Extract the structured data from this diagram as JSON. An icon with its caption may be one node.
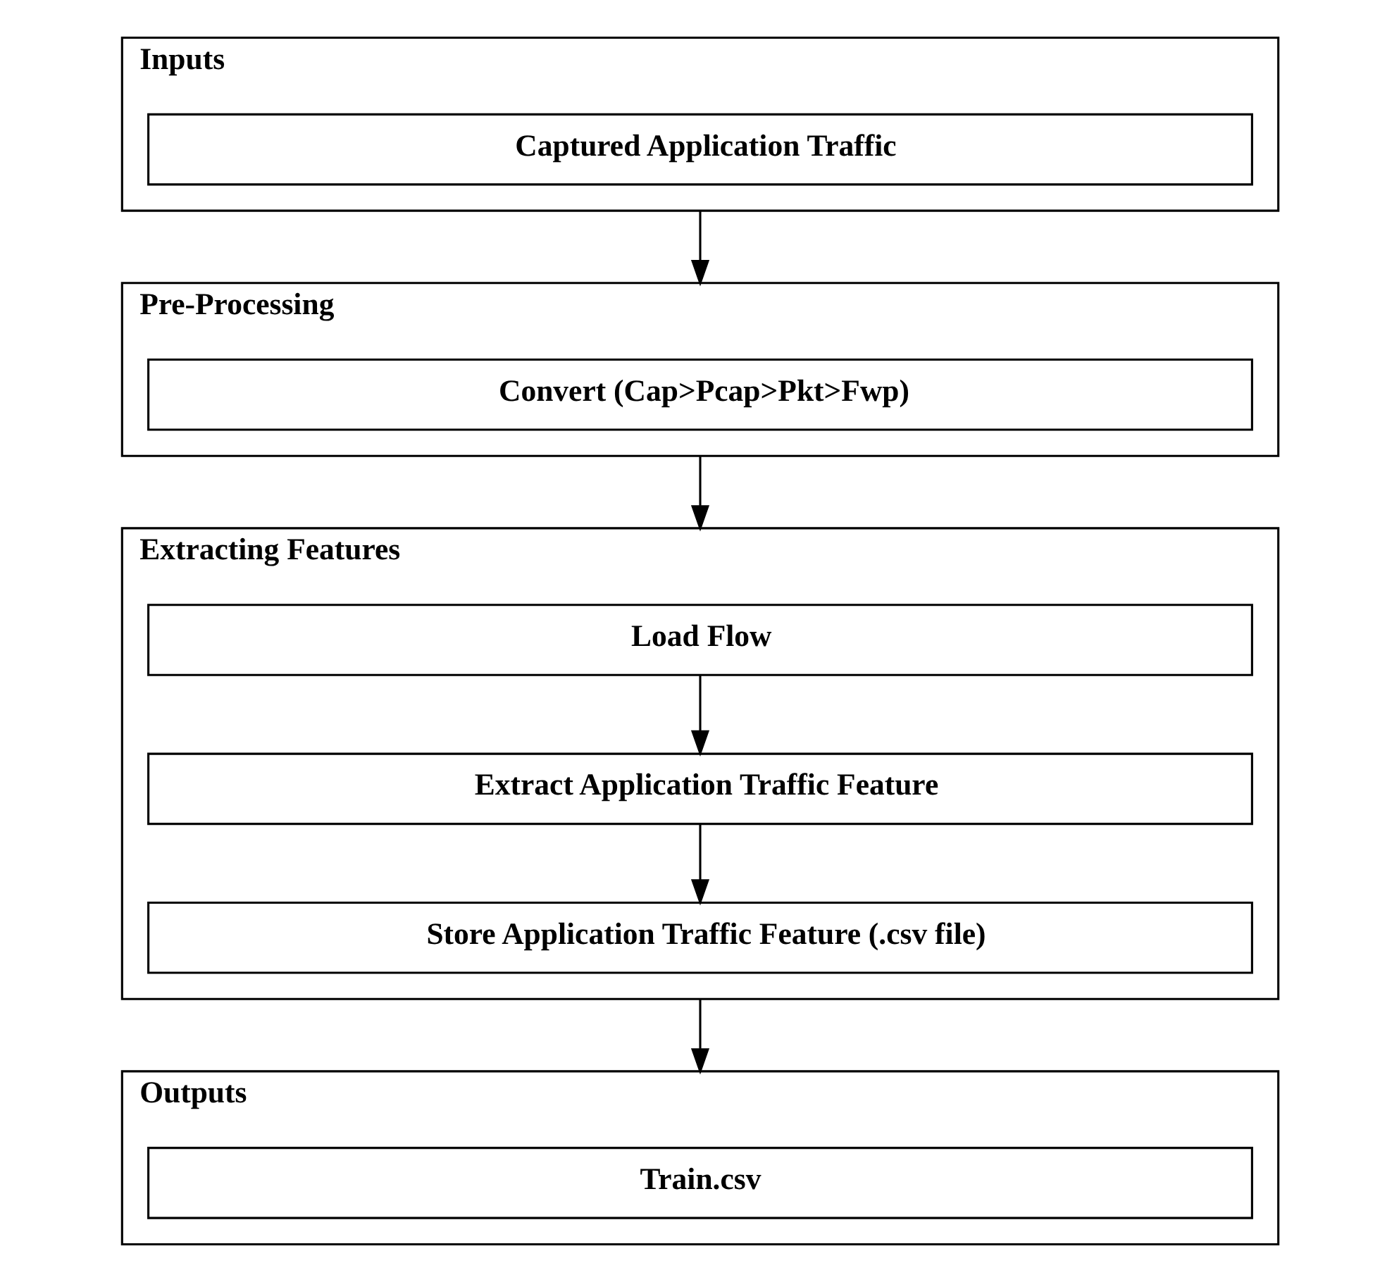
{
  "diagram": {
    "nodes": [
      {
        "text": [
          "Inputs"
        ]
      },
      {
        "text": [
          "Captured Application Traffic"
        ],
        "in": 0
      },
      {
        "text": [
          "Pre-Processing"
        ]
      },
      {
        "text": [
          "Convert (Cap>Pcap>Pkt>Fwp)"
        ],
        "in": 2
      },
      {
        "text": [
          "Extracting Features"
        ]
      },
      {
        "text": [
          "Load Flow"
        ],
        "in": 4
      },
      {
        "text": [
          "Extract Application Traffic Feature"
        ],
        "in": 4
      },
      {
        "text": [
          "Store Application Traffic Feature (.csv file)"
        ],
        "in": 4
      },
      {
        "text": [
          "Outputs"
        ]
      },
      {
        "text": [
          "Train.csv"
        ],
        "in": 8
      }
    ],
    "edges": [
      {
        "from": 0,
        "to": 2,
        "arrow": "to"
      },
      {
        "from": 2,
        "to": 4,
        "arrow": "to"
      },
      {
        "from": 5,
        "to": 6,
        "arrow": "to"
      },
      {
        "from": 6,
        "to": 7,
        "arrow": "to"
      },
      {
        "from": 4,
        "to": 8,
        "arrow": "to"
      }
    ]
  }
}
